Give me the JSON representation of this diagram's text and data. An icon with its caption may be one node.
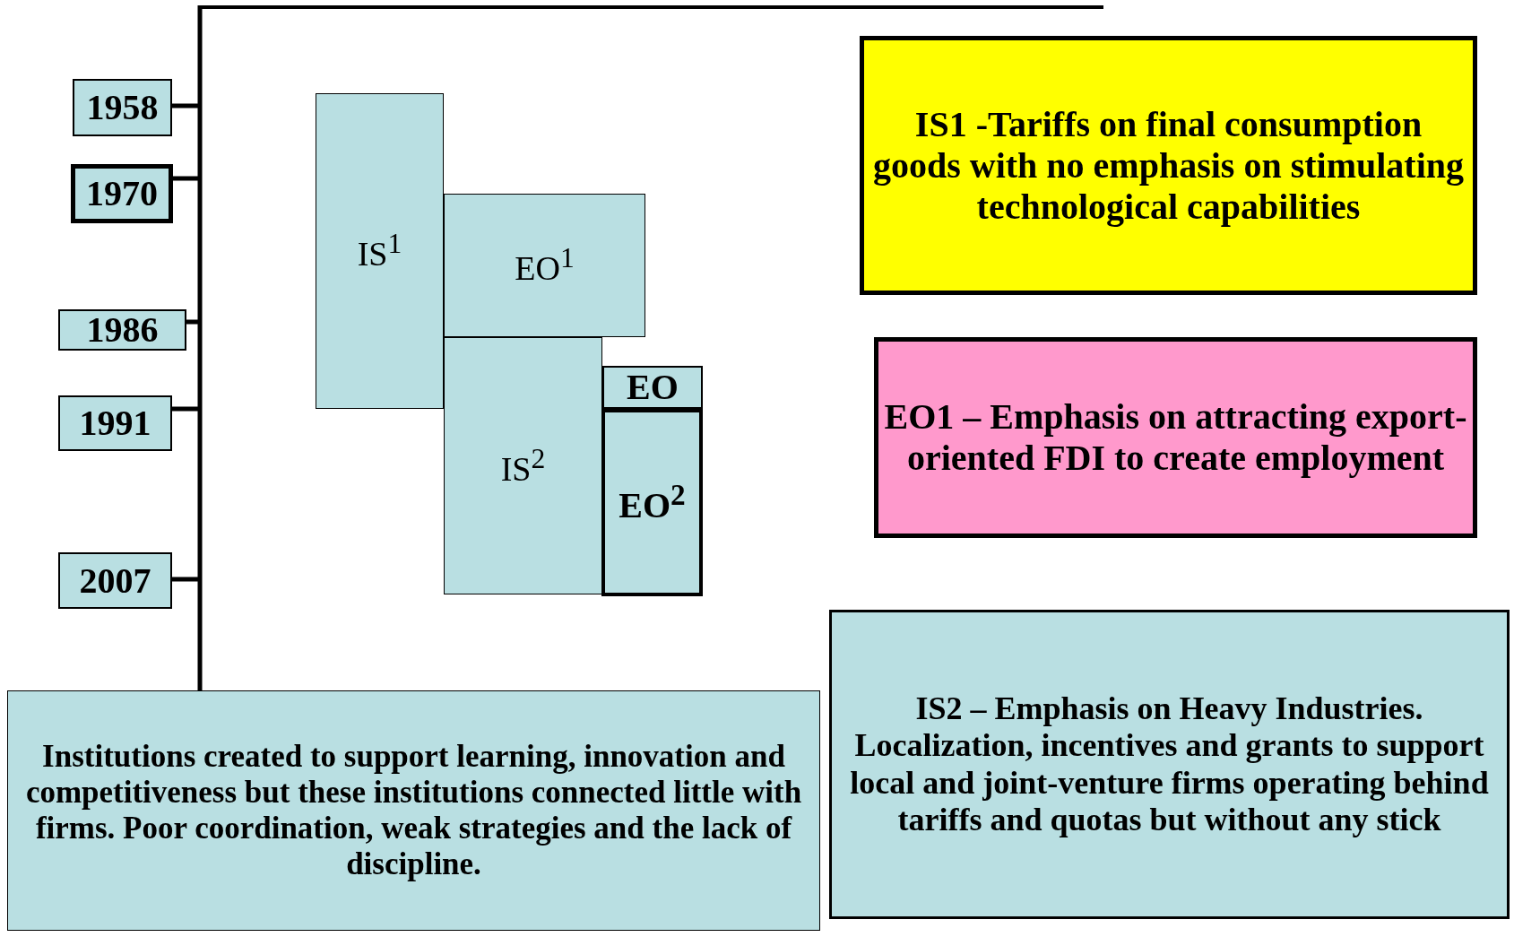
{
  "diagram": {
    "nodes": [
      {
        "text": [
          "1958"
        ]
      },
      {
        "text": [
          "1970"
        ]
      },
      {
        "text": [
          "1986"
        ]
      },
      {
        "text": [
          "1991"
        ]
      },
      {
        "text": [
          "2007"
        ]
      },
      {
        "text": [
          "IS$^{1}$"
        ]
      },
      {
        "text": [
          "EO$^{1}$"
        ]
      },
      {
        "text": [
          "IS$^{2}$"
        ]
      },
      {
        "text": [
          "EO"
        ]
      },
      {
        "text": [
          "EO$^{2}$"
        ]
      },
      {
        "text": [
          "IS1 -Tariffs on final consumption goods with no emphasis on stimulating technological capabilities"
        ]
      },
      {
        "text": [
          "EO1 – Emphasis on attracting export-oriented FDI to create employment"
        ]
      },
      {
        "text": [
          "IS2 – Emphasis on Heavy Industries. Localization, incentives and grants to support local and joint-venture firms operating behind tariffs and quotas but without any stick"
        ]
      },
      {
        "text": [
          "Institutions created to support learning, innovation and competitiveness but these institutions connected little with firms. Poor coordination, weak strategies and the lack of discipline."
        ]
      }
    ]
  }
}
